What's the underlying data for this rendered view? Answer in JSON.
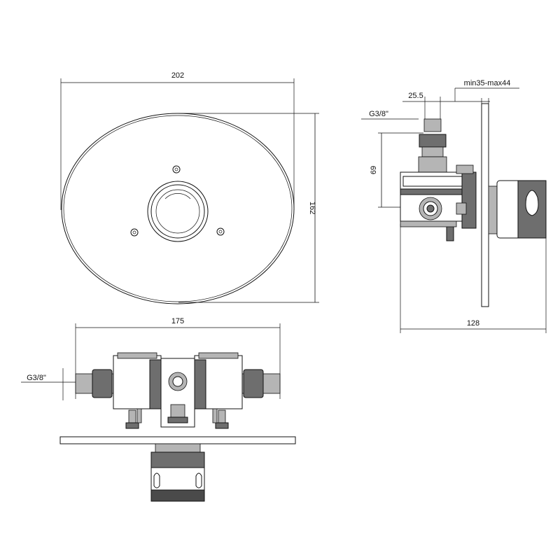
{
  "dimensions": {
    "front_width": "202",
    "front_height": "162",
    "side_spacing": "25.5",
    "side_depth_range": "min35-max44",
    "side_thread": "G3/8\"",
    "side_height": "69",
    "side_total": "128",
    "bottom_width": "175",
    "bottom_thread": "G3/8\""
  }
}
